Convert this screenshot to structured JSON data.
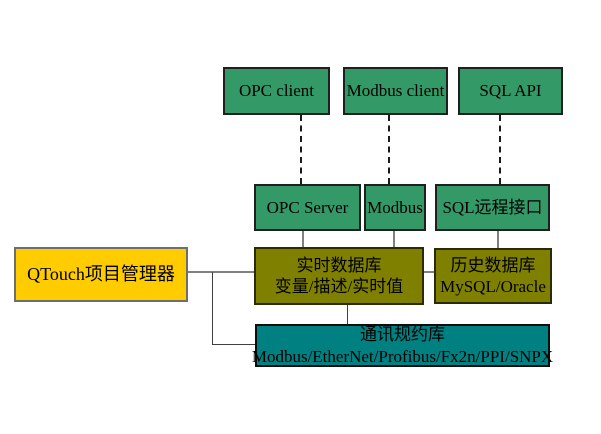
{
  "diagram": {
    "top_row": [
      {
        "label": "OPC client"
      },
      {
        "label": "Modbus client"
      },
      {
        "label": "SQL API"
      }
    ],
    "middle_row": [
      {
        "label": "OPC Server"
      },
      {
        "label": "Modbus"
      },
      {
        "label": "SQL远程接口"
      }
    ],
    "manager": {
      "label": "QTouch项目管理器"
    },
    "realtime_db": {
      "line1": "实时数据库",
      "line2": "变量/描述/实时值"
    },
    "history_db": {
      "line1": "历史数据库",
      "line2": "MySQL/Oracle"
    },
    "protocol_lib": {
      "line1": "通讯规约库",
      "line2": "Modbus/EtherNet/Profibus/Fx2n/PPI/SNPX"
    }
  },
  "colors": {
    "client_interface_box": "#339966",
    "database_box": "#808000",
    "protocol_box": "#008080",
    "manager_box": "#ffcc00",
    "connector_gray": "#808080",
    "connector_dark": "#404040",
    "dashed_line": "#1a1a1a",
    "text": "#000000",
    "background": "#ffffff"
  }
}
